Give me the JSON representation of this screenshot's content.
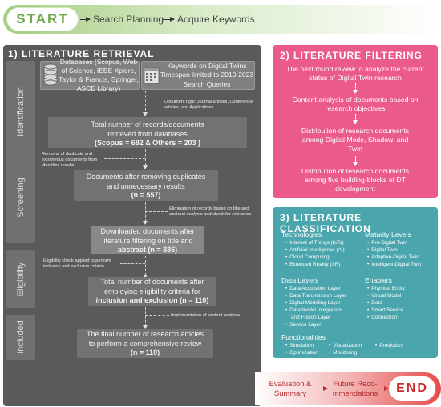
{
  "start": {
    "label": "START",
    "steps": [
      "Search Planning",
      "Acquire Keywords"
    ]
  },
  "retrieval": {
    "title": "1) LITERATURE RETRIEVAL",
    "phases": [
      "Identification",
      "Screening",
      "Eligibility",
      "Included"
    ],
    "databases": "Databases (Scopus, Web of Science, IEEE Xplore, Taylor & Francis, Springer, ASCE Library)",
    "keywords": "Keywords on Digital Twins Timespan limited to 2010-2023 Search Queries",
    "note1": "Document type: Journal articles, Conference articles, and Applications",
    "total_line1": "Total number of records/documents",
    "total_line2": "retrieved from databases",
    "total_line3": "(Scopus = 682  & Others = 203 )",
    "note2": "Removal of duplicate and extraneous documents from identified results",
    "dup_line1": "Documents after removing duplicates",
    "dup_line2": "and unnecessary results",
    "dup_line3": "(n = 557)",
    "note3": "Elimination of records based on title and abstract analysis and check for relevance",
    "dl_line1": "Downloaded documents after",
    "dl_line2": "literature filtering on title and",
    "dl_line3": "abstract (n = 336)",
    "note4": "Eligibility check applied to perform inclusion and exclusion criteria",
    "elig_line1": "Total number of documents after",
    "elig_line2": "employing eligibility criteria for",
    "elig_line3": "inclusion and exclusion (n = 110)",
    "note5": "Implementation of content analysis",
    "final_line1": "The final number of research articles",
    "final_line2": "to perform a comprehensive review",
    "final_line3": "(n = 110)"
  },
  "filtering": {
    "title": "2) LITERATURE FILTERING",
    "steps": [
      "The next round review to analyze the current status of Digital Twin research",
      "Content analysis of documents based on research objectives",
      "Distribution of research documents among Digital Mode, Shadow, and Twin",
      "Distribution of research documents among five building-blocks of DT development"
    ]
  },
  "classification": {
    "title": "3) LITERATURE CLASSIFICATION",
    "technologies": {
      "heading": "Technologies",
      "items": [
        "Internet of Things (IoTs)",
        "Artificial Intelligence (AI)",
        "Cloud Computing",
        "Extended Reality (XR)"
      ]
    },
    "maturity": {
      "heading": "Maturity Levels",
      "items": [
        "Pre-Digital Twin",
        "Digital Twin",
        "Adaptive-Digital Twin",
        "Intelligent-Digital Twin"
      ]
    },
    "data_layers": {
      "heading": "Data Layers",
      "items": [
        "Data Acquisition Layer",
        "Data Transmission Layer",
        "Digital Modeling Layer",
        "Data/model Integration",
        "and Fusion Layer",
        "Service Layer"
      ]
    },
    "enablers": {
      "heading": "Enablers",
      "items": [
        "Physical Entity",
        "Virtual Model",
        "Data",
        "Smart Service",
        "Connection"
      ]
    },
    "functionalities": {
      "heading": "Functionalities",
      "col1": [
        "Simulation",
        "Optimization"
      ],
      "col2": [
        "Visualization",
        "Monitoring"
      ],
      "col3": [
        "Prediction"
      ]
    }
  },
  "end": {
    "label": "END",
    "step1_line1": "Evaluation &",
    "step1_line2": "Summary",
    "step2_line1": "Future Reco-",
    "step2_line2": "mmendations"
  }
}
